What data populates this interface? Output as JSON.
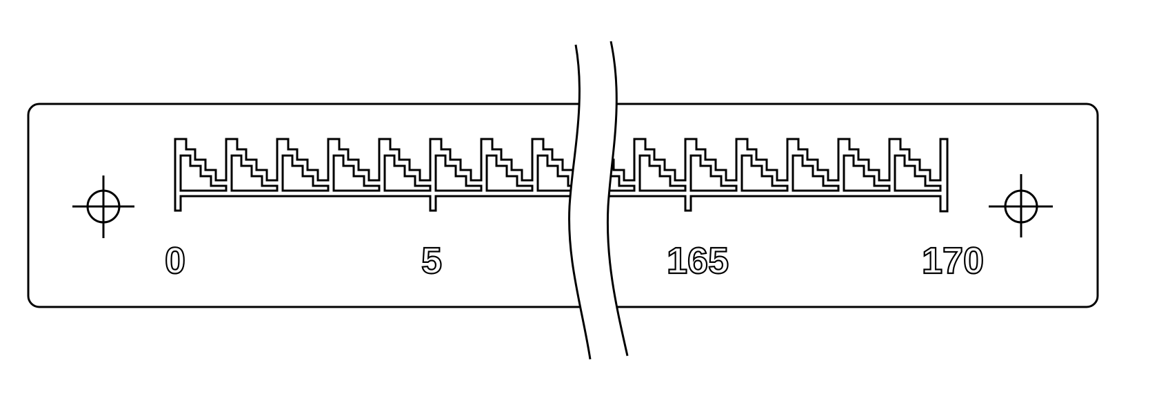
{
  "scale": {
    "tick_labels": [
      "0",
      "5",
      "165",
      "170"
    ],
    "tooth_count_drawn": 15,
    "ticks_every": 5
  },
  "colors": {
    "line": "#000000",
    "background": "#ffffff"
  }
}
